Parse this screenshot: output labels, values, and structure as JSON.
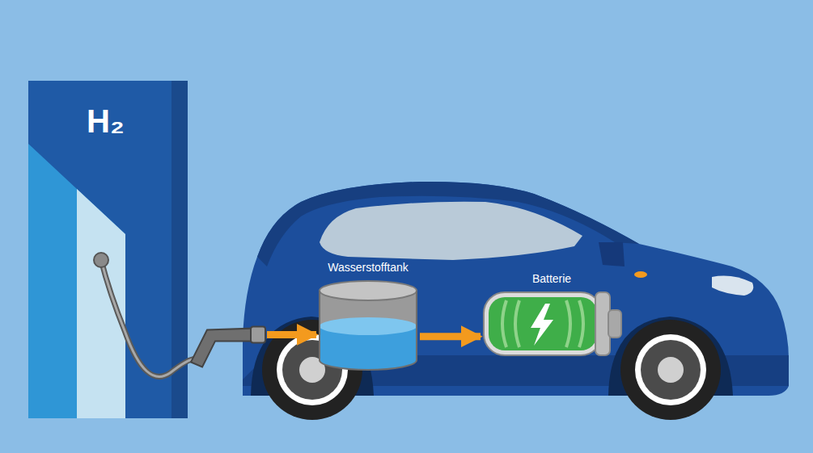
{
  "diagram": {
    "nodes": [
      {
        "text": [
          "H₂"
        ]
      },
      {
        "text": [
          "Wasserstofftank"
        ]
      },
      {
        "text": [
          "Batterie"
        ]
      }
    ],
    "edges": [
      {
        "from": 0,
        "to": 1,
        "arrow": "to"
      },
      {
        "from": 1,
        "to": 2,
        "arrow": "to"
      }
    ]
  }
}
